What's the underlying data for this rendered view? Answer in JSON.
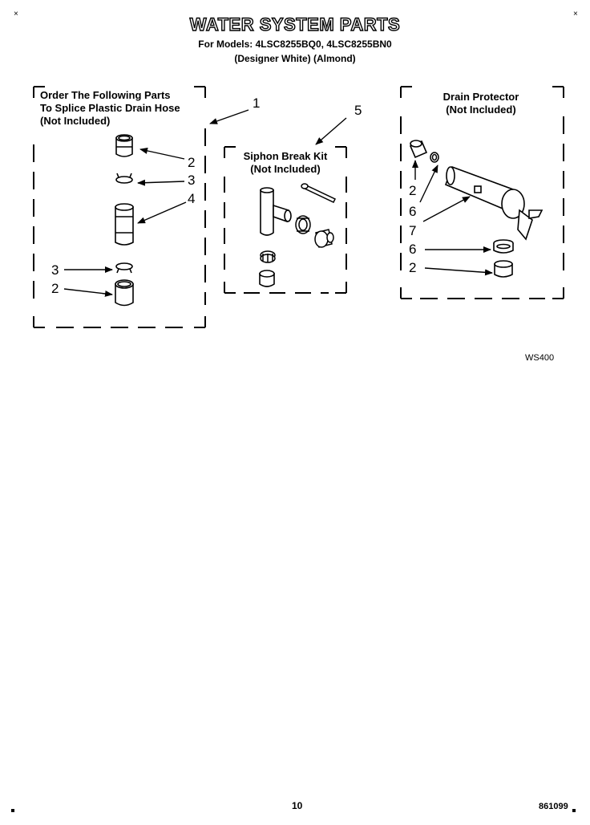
{
  "header": {
    "title": "WATER SYSTEM PARTS",
    "models": "For Models: 4LSC8255BQ0, 4LSC8255BN0",
    "colors": "(Designer White) (Almond)"
  },
  "left_box": {
    "line1": "Order The Following Parts",
    "line2": "To Splice Plastic Drain Hose",
    "line3": "(Not Included)"
  },
  "middle_box": {
    "line1": "Siphon Break Kit",
    "line2": "(Not Included)"
  },
  "right_box": {
    "line1": "Drain Protector",
    "line2": "(Not Included)"
  },
  "callouts": {
    "c1": "1",
    "c5": "5",
    "left_2a": "2",
    "left_3a": "3",
    "left_4": "4",
    "left_3b": "3",
    "left_2b": "2",
    "right_2a": "2",
    "right_6a": "6",
    "right_7": "7",
    "right_6b": "6",
    "right_2b": "2"
  },
  "figure_code": "WS400",
  "footer": {
    "page_number": "10",
    "date_code": "861099"
  }
}
